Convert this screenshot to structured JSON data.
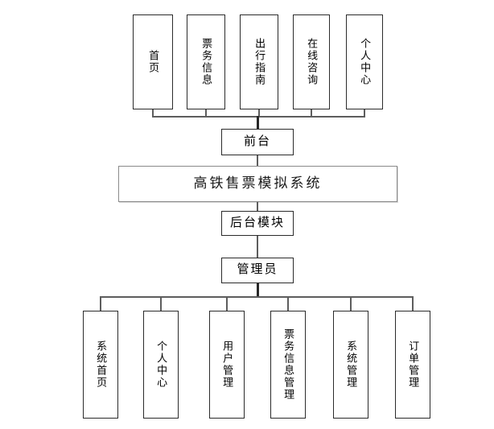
{
  "diagram": {
    "title": "高铁售票模拟系统",
    "type": "system-structure-tree",
    "background_color": "#ffffff",
    "box_border_color": "#2b2b2b",
    "connector_color": "#5d5d5d",
    "title_border_color": "#8a8a8a"
  },
  "frontend": {
    "group_label": "前台",
    "items": [
      {
        "label": "首页"
      },
      {
        "label": "票务信息"
      },
      {
        "label": "出行指南"
      },
      {
        "label": "在线咨询"
      },
      {
        "label": "个人中心"
      }
    ]
  },
  "system": {
    "label": "高铁售票模拟系统"
  },
  "backend": {
    "group_label": "后台模块",
    "role_label": "管理员",
    "items": [
      {
        "label": "系统首页"
      },
      {
        "label": "个人中心"
      },
      {
        "label": "用户管理"
      },
      {
        "label": "票务信息管理"
      },
      {
        "label": "系统管理"
      },
      {
        "label": "订单管理"
      }
    ]
  }
}
